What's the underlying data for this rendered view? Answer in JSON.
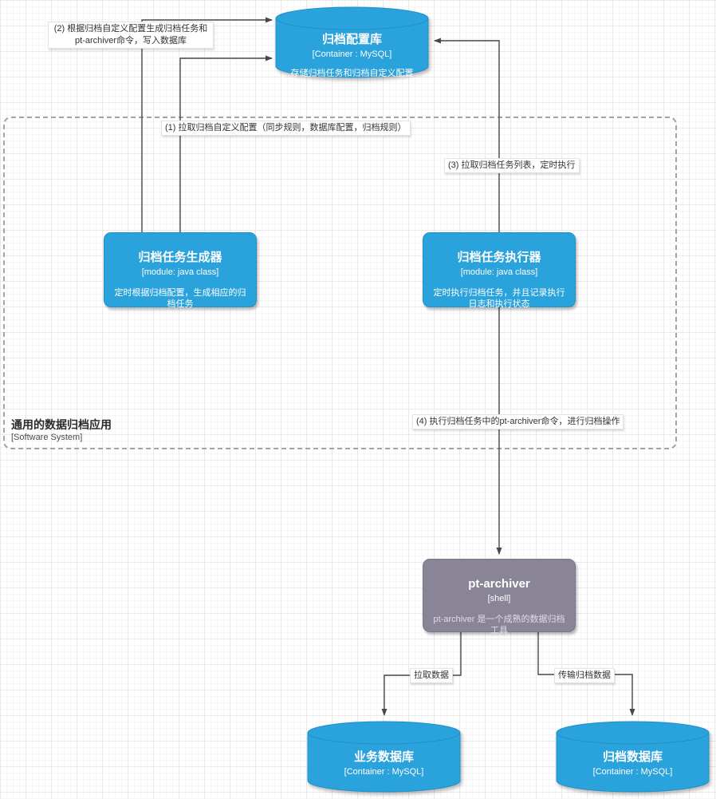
{
  "diagram": {
    "boundary": {
      "title": "通用的数据归档应用",
      "subtitle": "[Software System]"
    },
    "nodes": {
      "config_db": {
        "title": "归档配置库",
        "subtitle": "[Container : MySQL]",
        "description": "存储归档任务和归档自定义配置"
      },
      "task_generator": {
        "title": "归档任务生成器",
        "subtitle": "[module: java class]",
        "description": "定时根据归档配置，生成相应的归档任务"
      },
      "task_executor": {
        "title": "归档任务执行器",
        "subtitle": "[module: java class]",
        "description": "定时执行归档任务，并且记录执行日志和执行状态"
      },
      "pt_archiver": {
        "title": "pt-archiver",
        "subtitle": "[shell]",
        "description": "pt-archiver 是一个成熟的数据归档工具"
      },
      "business_db": {
        "title": "业务数据库",
        "subtitle": "[Container : MySQL]"
      },
      "archive_db": {
        "title": "归档数据库",
        "subtitle": "[Container : MySQL]"
      }
    },
    "edges": {
      "e1": {
        "label": "(1) 拉取归档自定义配置（同步规则，数据库配置，归档规则）"
      },
      "e2": {
        "label": "(2) 根据归档自定义配置生成归档任务和pt-archiver命令，写入数据库"
      },
      "e3": {
        "label": "(3) 拉取归档任务列表，定时执行"
      },
      "e4": {
        "label": "(4) 执行归档任务中的pt-archiver命令，进行归档操作"
      },
      "e5": {
        "label": "拉取数据"
      },
      "e6": {
        "label": "传输归档数据"
      }
    },
    "colors": {
      "container_blue": "#2aa2dc",
      "external_gray": "#8a8497",
      "edge_gray": "#474747"
    }
  }
}
